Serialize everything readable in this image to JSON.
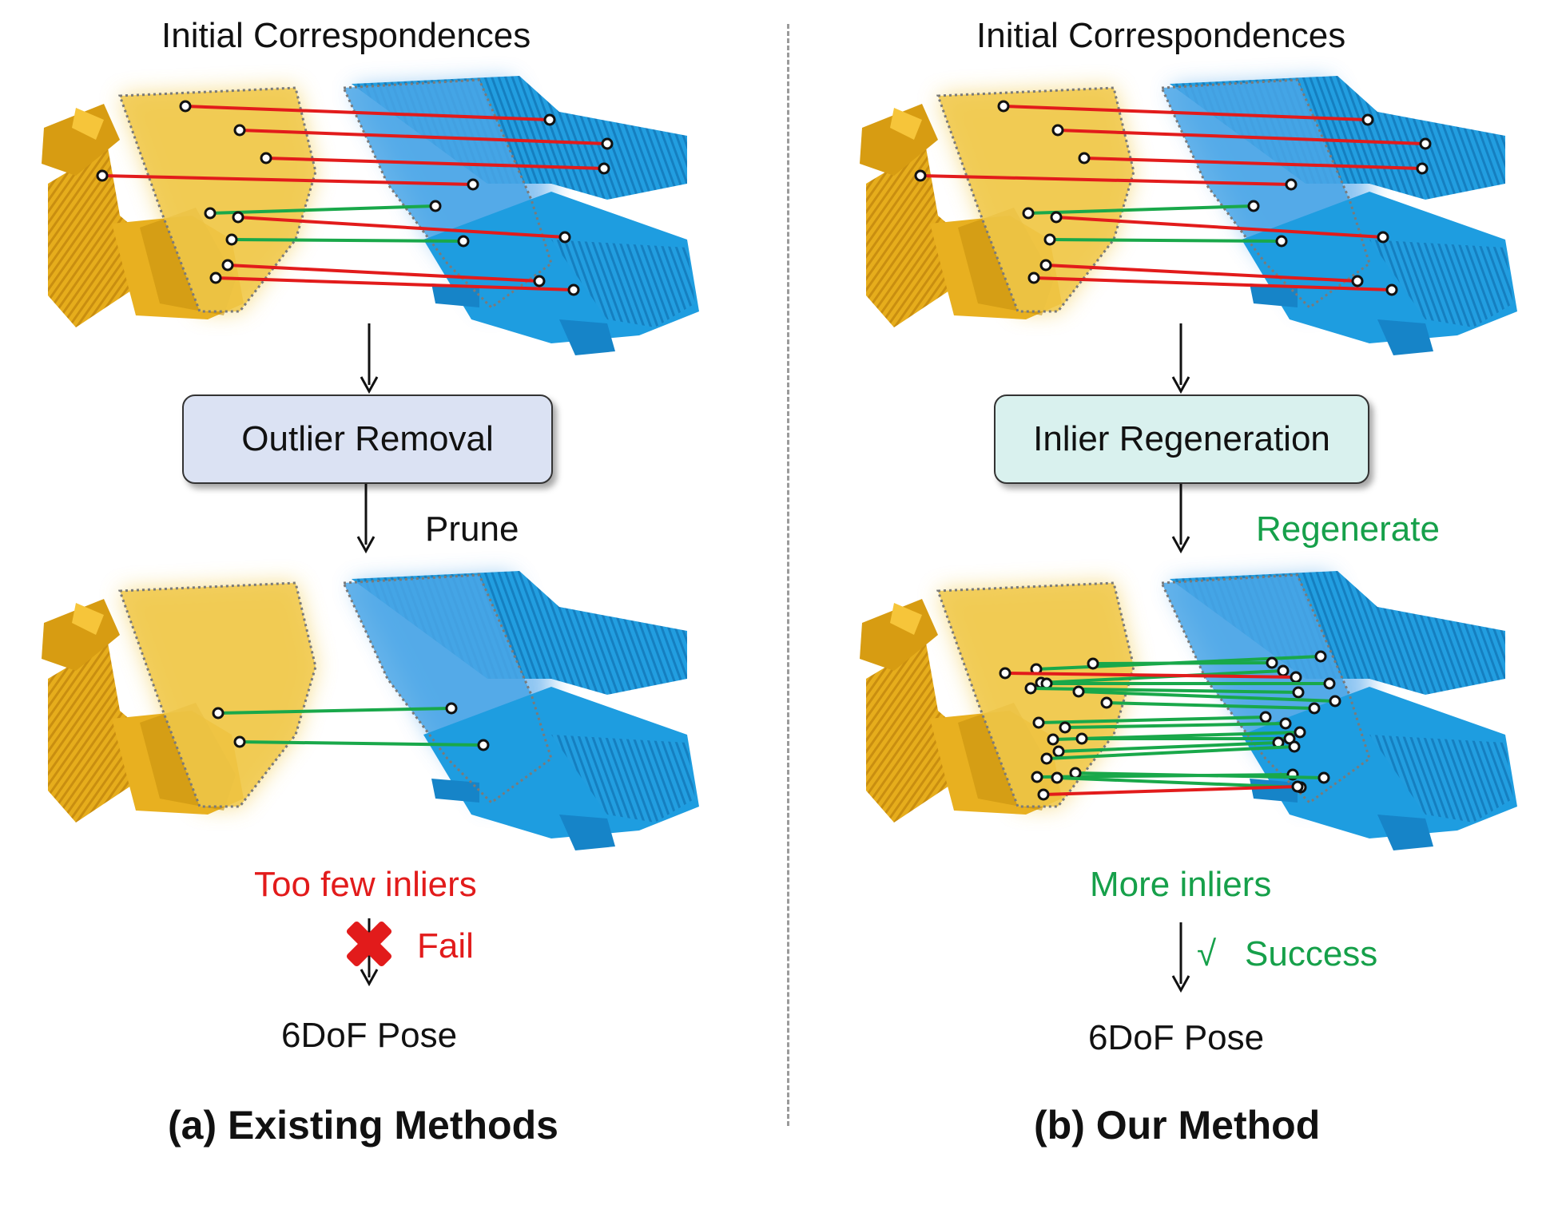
{
  "colors": {
    "outlier": "#e21b1b",
    "inlier": "#19a84a",
    "fail_text": "#e21b1b",
    "success_text": "#16a04a",
    "source_cloud": "#e8b020",
    "target_cloud": "#1e9de0",
    "box_a": "#dbe2f3",
    "box_b": "#d9f1ee"
  },
  "panel_a": {
    "heading": "Initial Correspondences",
    "process_box": "Outlier Removal",
    "step_label": "Prune",
    "result_label": "Too few inliers",
    "fail_label": "Fail",
    "fail_icon": "red-x-icon",
    "output": "6DoF Pose",
    "caption": "(a) Existing Methods"
  },
  "panel_b": {
    "heading": "Initial Correspondences",
    "process_box": "Inlier Regeneration",
    "step_label": "Regenerate",
    "result_label": "More inliers",
    "success_mark": "√",
    "success_label": "Success",
    "output": "6DoF Pose",
    "caption": "(b) Our Method"
  }
}
